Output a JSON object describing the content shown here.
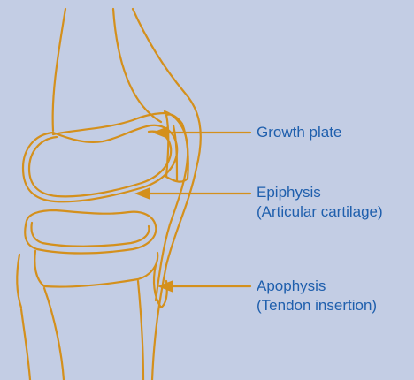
{
  "colors": {
    "background": "#c3cde4",
    "outline": "#d4901c",
    "label_text": "#1f5fad"
  },
  "labels": {
    "growth_plate": {
      "line1": "Growth plate"
    },
    "epiphysis": {
      "line1": "Epiphysis",
      "line2": "(Articular cartilage)"
    },
    "apophysis": {
      "line1": "Apophysis",
      "line2": "(Tendon insertion)"
    }
  }
}
